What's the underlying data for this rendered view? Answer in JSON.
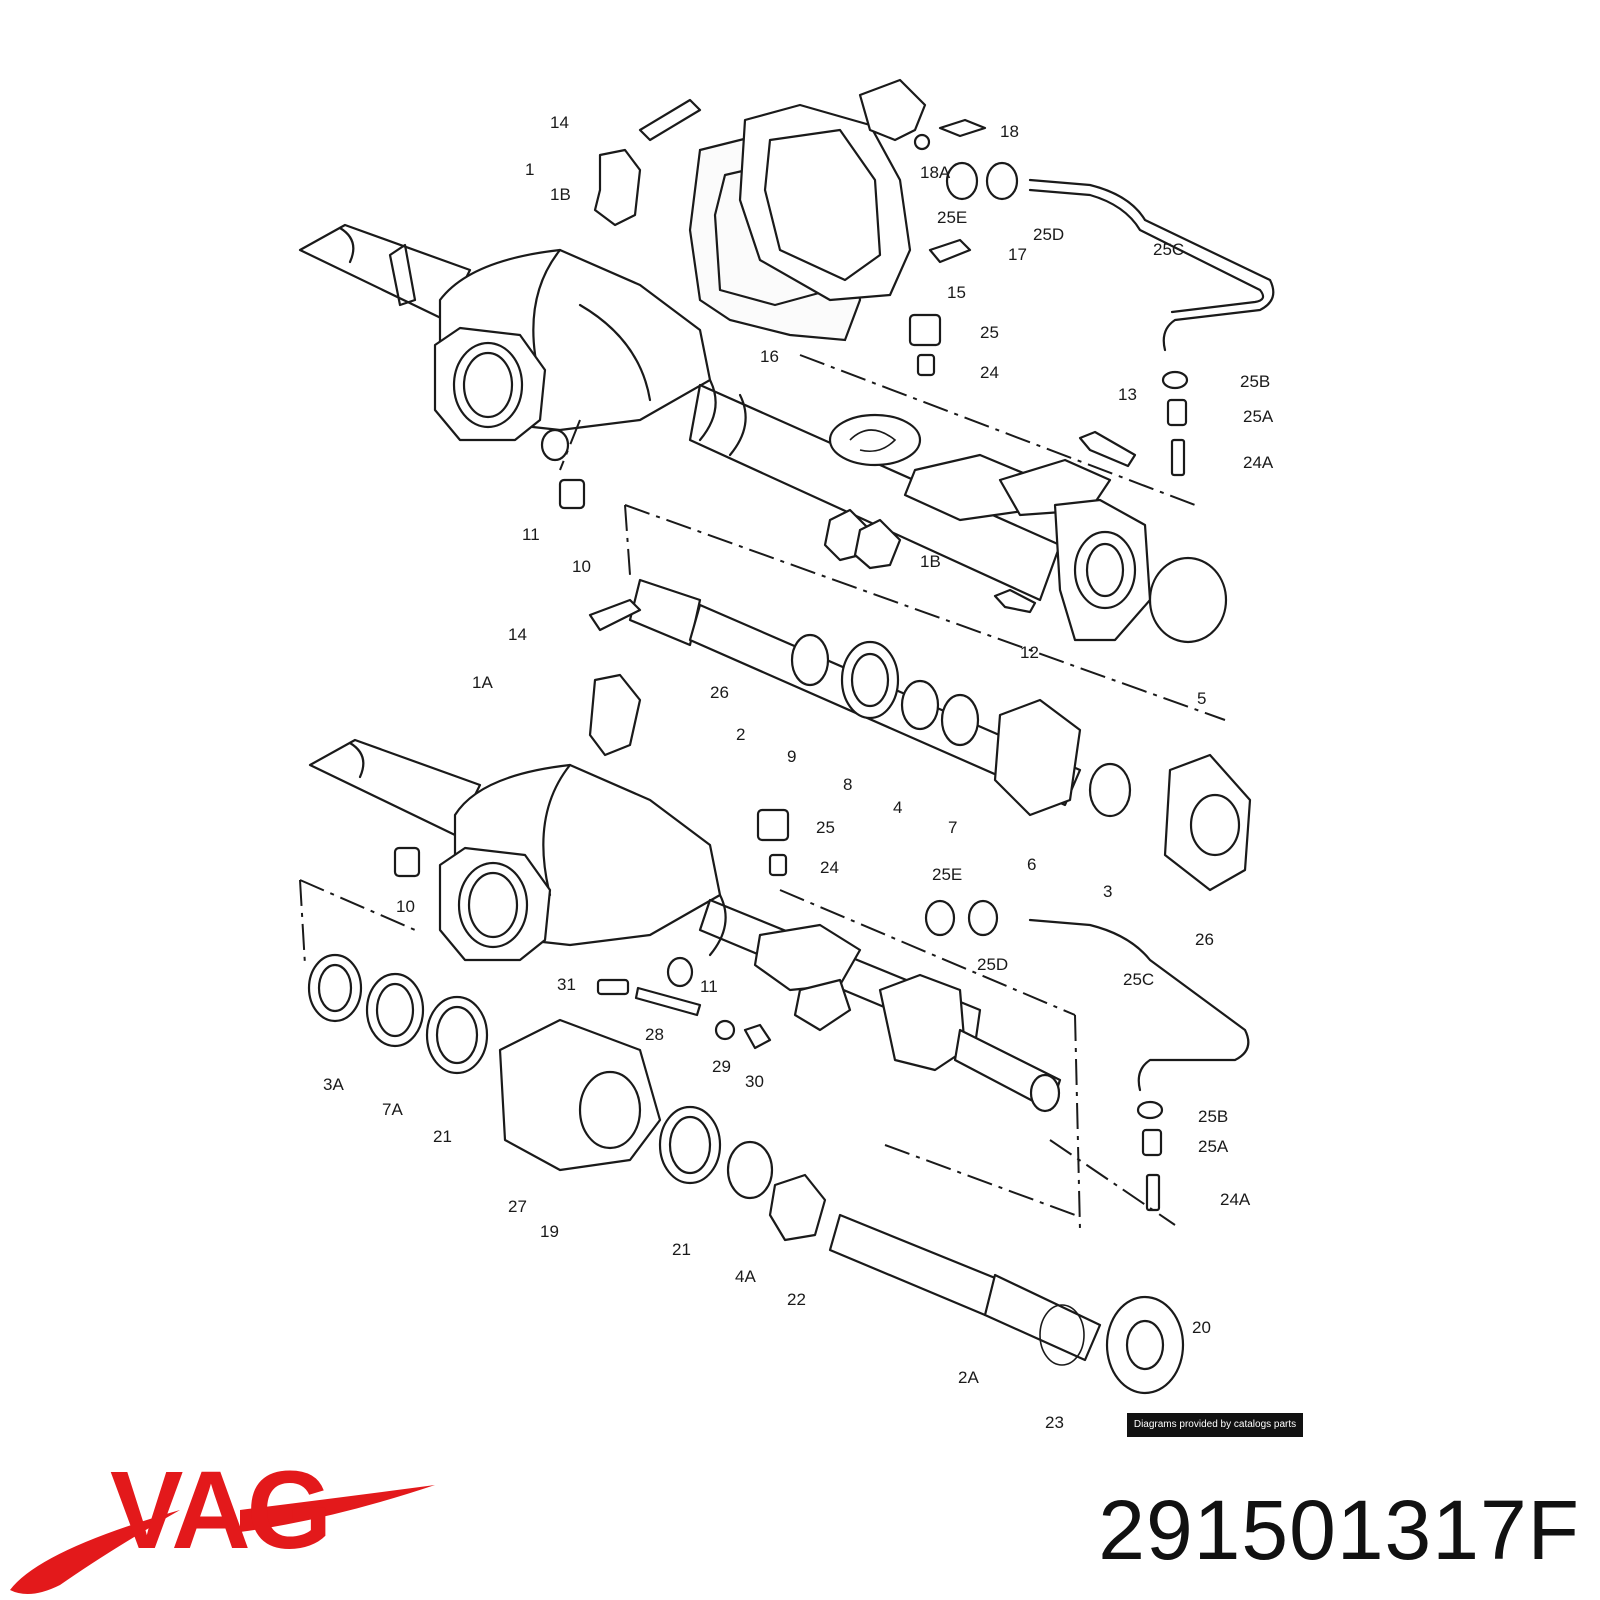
{
  "credit": "Diagrams provided by catalogs parts",
  "brand": {
    "name": "VAG",
    "color": "#e3191b"
  },
  "part_number": "291501317F",
  "callouts": [
    "14",
    "1",
    "1B",
    "18",
    "18A",
    "25E",
    "25D",
    "25C",
    "17",
    "15",
    "25",
    "16",
    "24",
    "25B",
    "25A",
    "13",
    "24A",
    "11",
    "10",
    "1B",
    "12",
    "5",
    "14",
    "1A",
    "26",
    "2",
    "9",
    "8",
    "4",
    "7",
    "6",
    "3",
    "26",
    "25",
    "24",
    "25E",
    "10",
    "25D",
    "25C",
    "31",
    "11",
    "28",
    "3A",
    "7A",
    "21",
    "29",
    "30",
    "25B",
    "25A",
    "24A",
    "27",
    "19",
    "21",
    "4A",
    "22",
    "20",
    "2A",
    "23"
  ]
}
